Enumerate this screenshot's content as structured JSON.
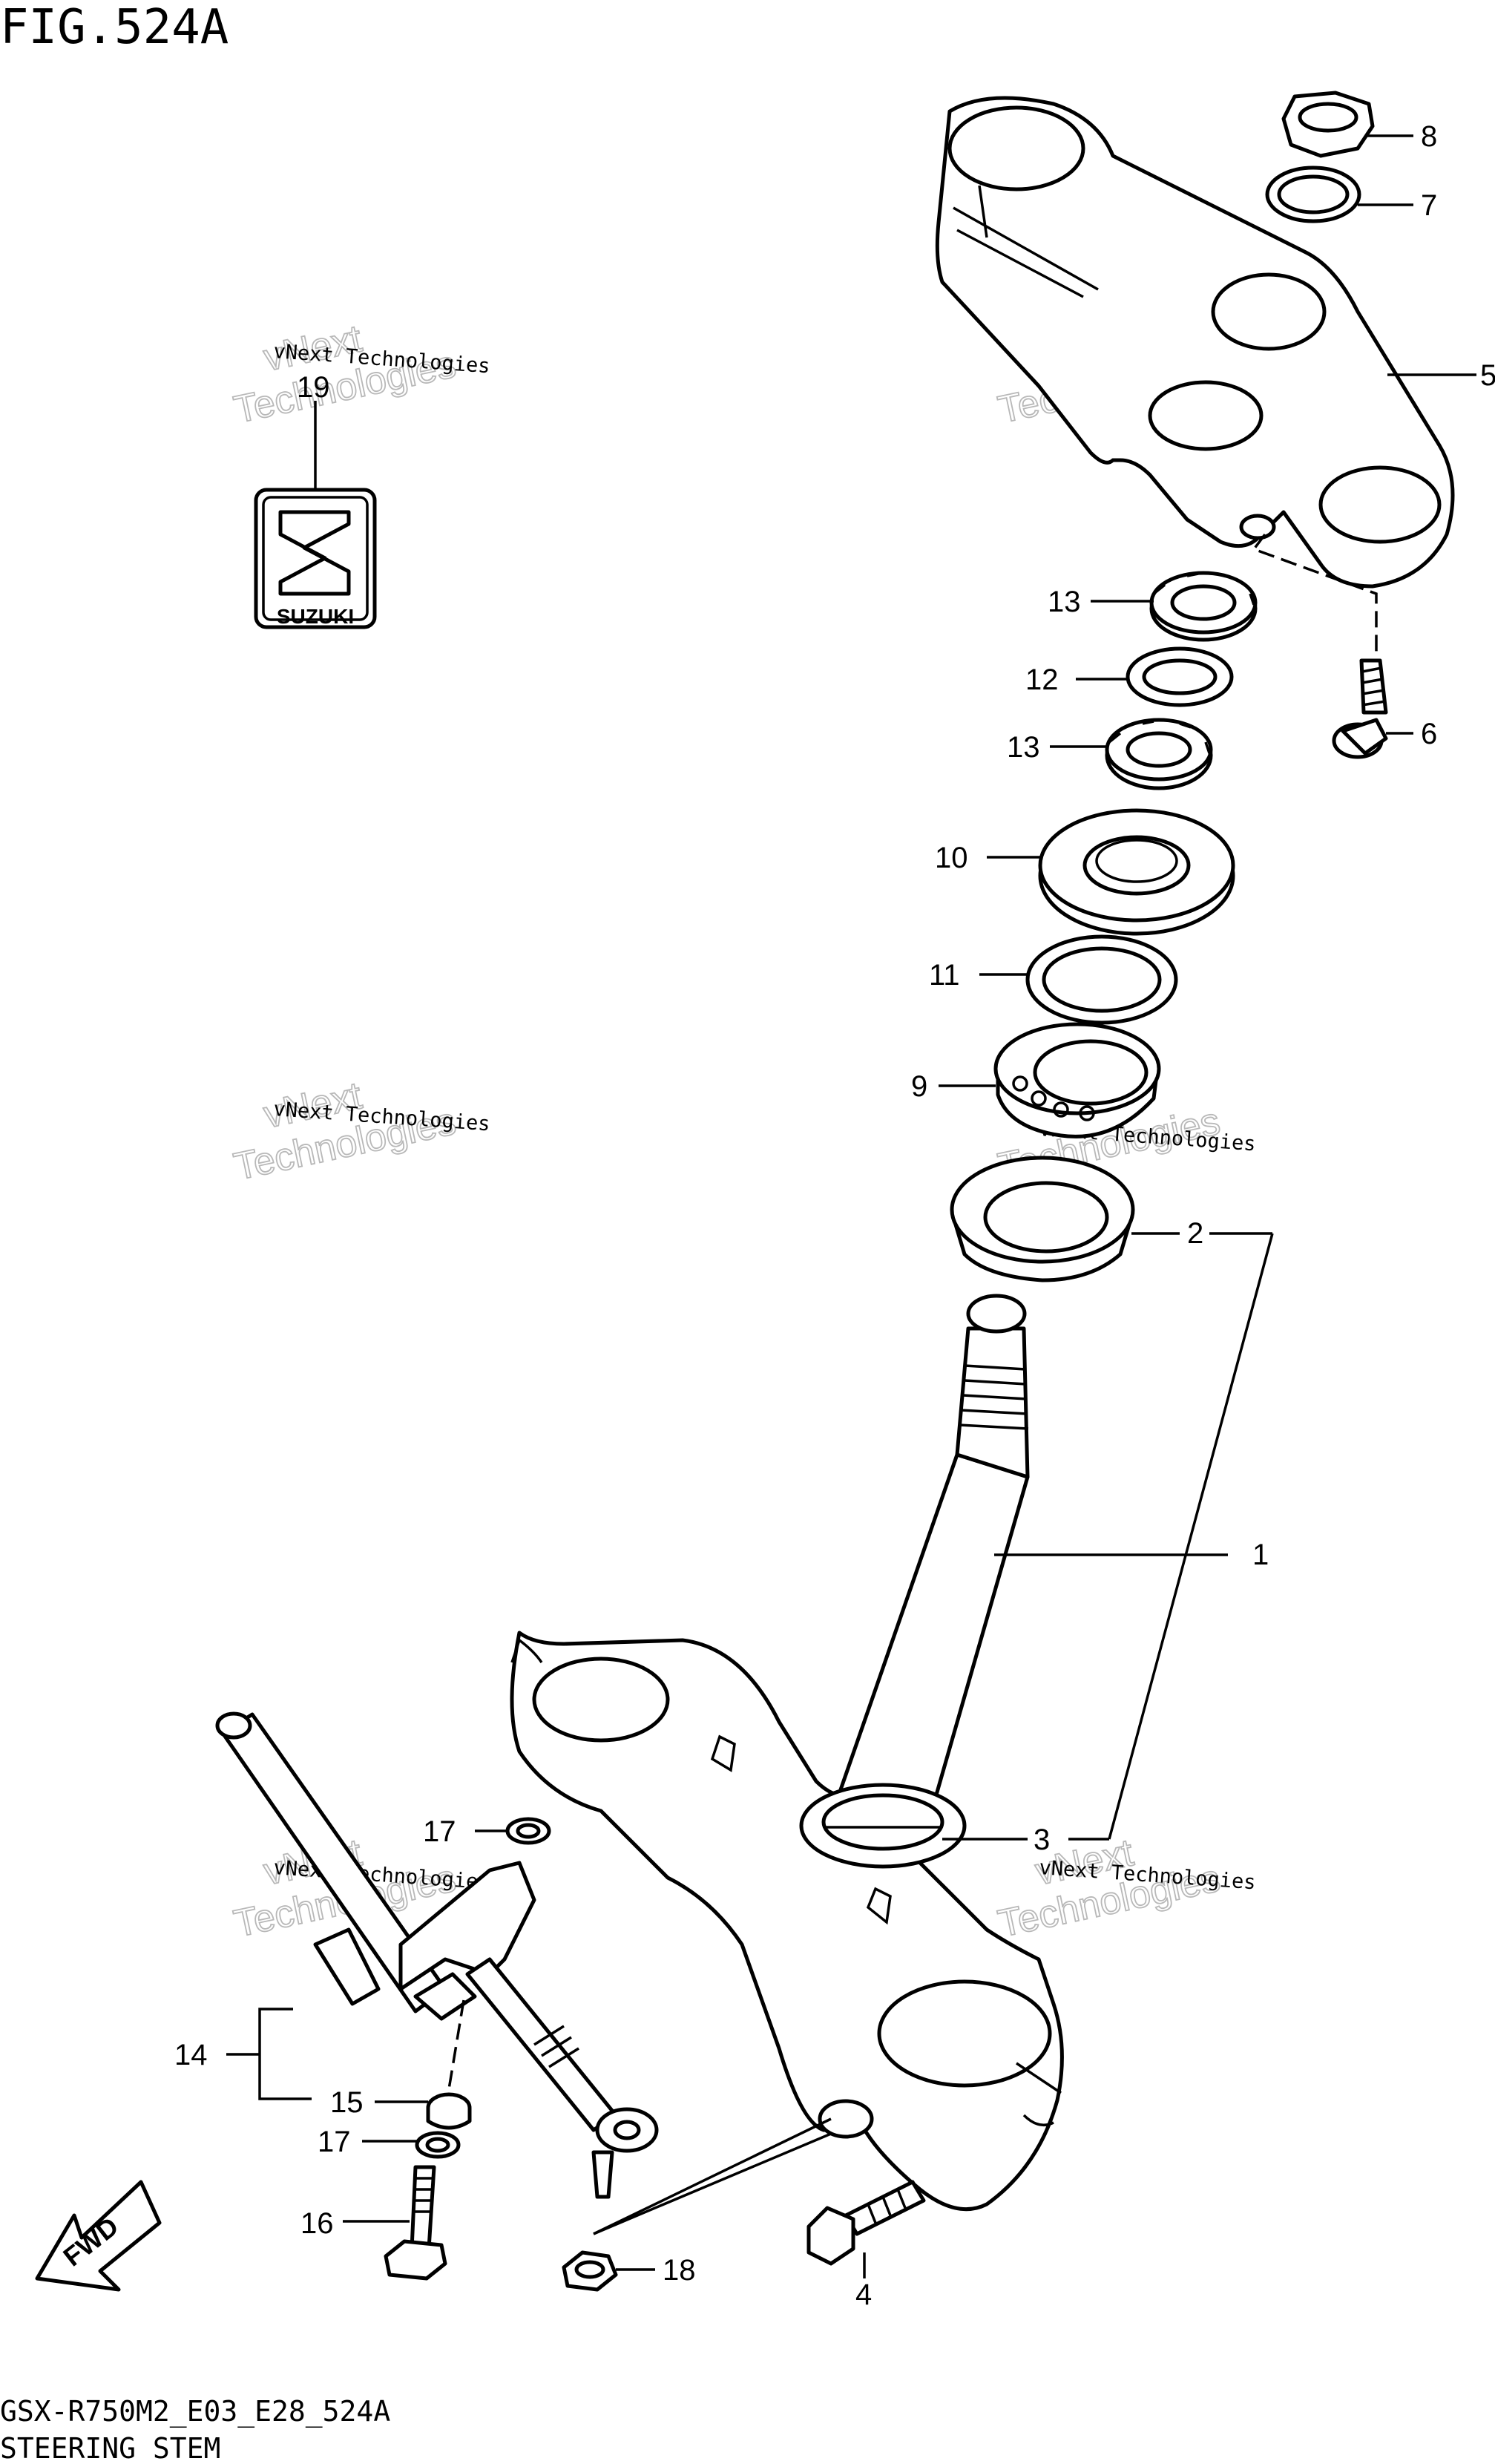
{
  "figure_title": "FIG.524A",
  "footer_code": "GSX-R750M2_E03_E28_524A",
  "footer_title": "STEERING STEM",
  "watermark": {
    "small": "vNext Technologies",
    "big_line1": "vNext",
    "big_line2": "Technologies"
  },
  "emblem_text": "SUZUKI",
  "fwd_text": "FWD",
  "callouts": [
    "1",
    "2",
    "3",
    "4",
    "5",
    "6",
    "7",
    "8",
    "9",
    "10",
    "11",
    "12",
    "13",
    "13",
    "14",
    "15",
    "16",
    "17",
    "17",
    "18",
    "19"
  ]
}
